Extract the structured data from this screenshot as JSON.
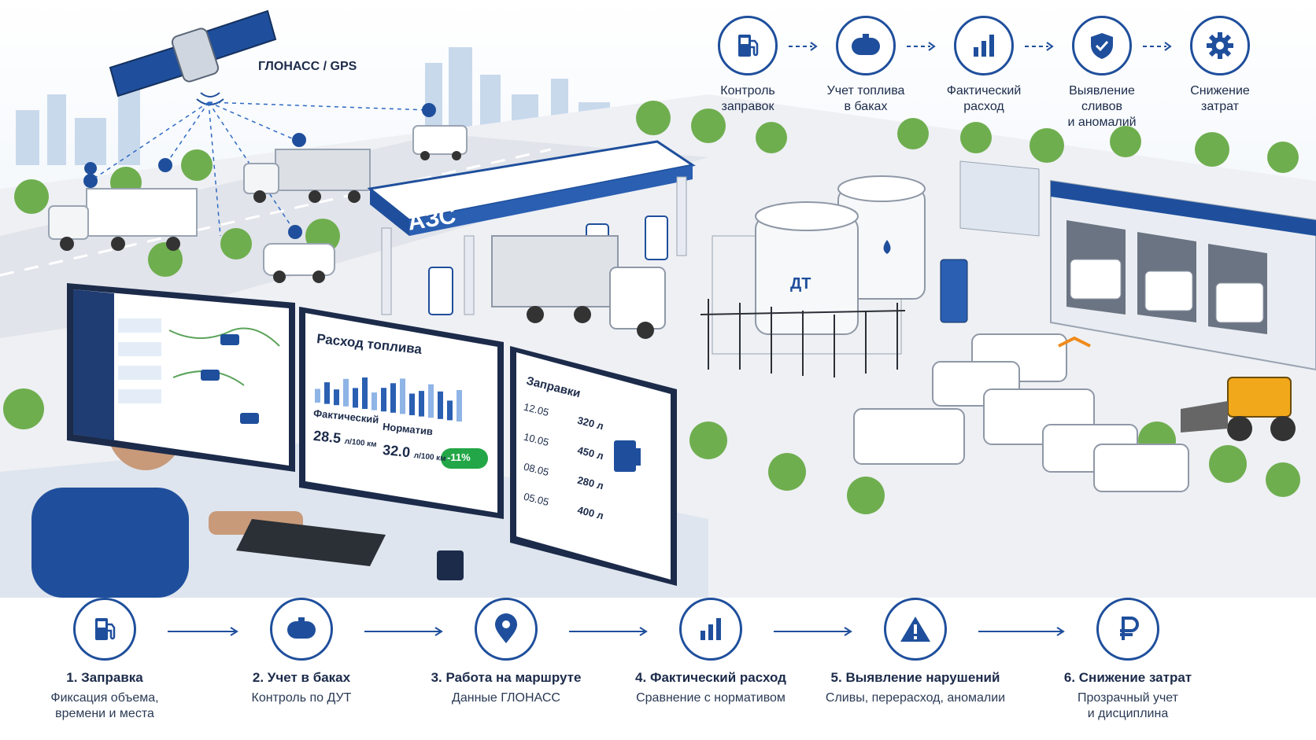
{
  "gps_label": "ГЛОНАСС / GPS",
  "azs_label": "АЗС",
  "tank_label": "ДТ",
  "top_process": [
    {
      "icon": "fuel-pump-icon",
      "label": "Контроль\nзаправок"
    },
    {
      "icon": "fuel-tank-icon",
      "label": "Учет топлива\nв баках"
    },
    {
      "icon": "bar-chart-icon",
      "label": "Фактический\nрасход"
    },
    {
      "icon": "shield-check-icon",
      "label": "Выявление сливов\nи аномалий"
    },
    {
      "icon": "gear-icon",
      "label": "Снижение\nзатрат"
    }
  ],
  "monitor_center": {
    "title": "Расход топлива",
    "actual_label": "Фактический",
    "actual_value": "28.5",
    "actual_unit": "л/100 км",
    "norm_label": "Норматив",
    "norm_value": "32.0",
    "norm_unit": "л/100 км",
    "badge": "-11%",
    "bars": [
      0.35,
      0.55,
      0.4,
      0.7,
      0.5,
      0.8,
      0.45,
      0.6,
      0.75,
      0.9,
      0.55,
      0.65,
      0.85,
      0.7,
      0.5,
      0.8
    ]
  },
  "monitor_right": {
    "title": "Заправки",
    "rows": [
      {
        "date": "12.05",
        "volume": "320 л"
      },
      {
        "date": "10.05",
        "volume": "450 л"
      },
      {
        "date": "08.05",
        "volume": "280 л"
      },
      {
        "date": "05.05",
        "volume": "400 л"
      }
    ]
  },
  "bottom_process": [
    {
      "icon": "fuel-pump-icon",
      "title": "1. Заправка",
      "desc": "Фиксация объема,\nвремени и места"
    },
    {
      "icon": "fuel-tank-icon",
      "title": "2. Учет в баках",
      "desc": "Контроль по ДУТ"
    },
    {
      "icon": "map-pin-icon",
      "title": "3. Работа на маршруте",
      "desc": "Данные ГЛОНАСС"
    },
    {
      "icon": "bar-chart-icon",
      "title": "4. Фактический расход",
      "desc": "Сравнение с нормативом"
    },
    {
      "icon": "warning-icon",
      "title": "5. Выявление нарушений",
      "desc": "Сливы, перерасход, аномалии"
    },
    {
      "icon": "ruble-icon",
      "title": "6. Снижение затрат",
      "desc": "Прозрачный учет\nи дисциплина"
    }
  ],
  "colors": {
    "primary": "#1f4f9c",
    "accent_green": "#23a647",
    "sky": "#dfeaf6",
    "road": "#e7e9ee"
  }
}
